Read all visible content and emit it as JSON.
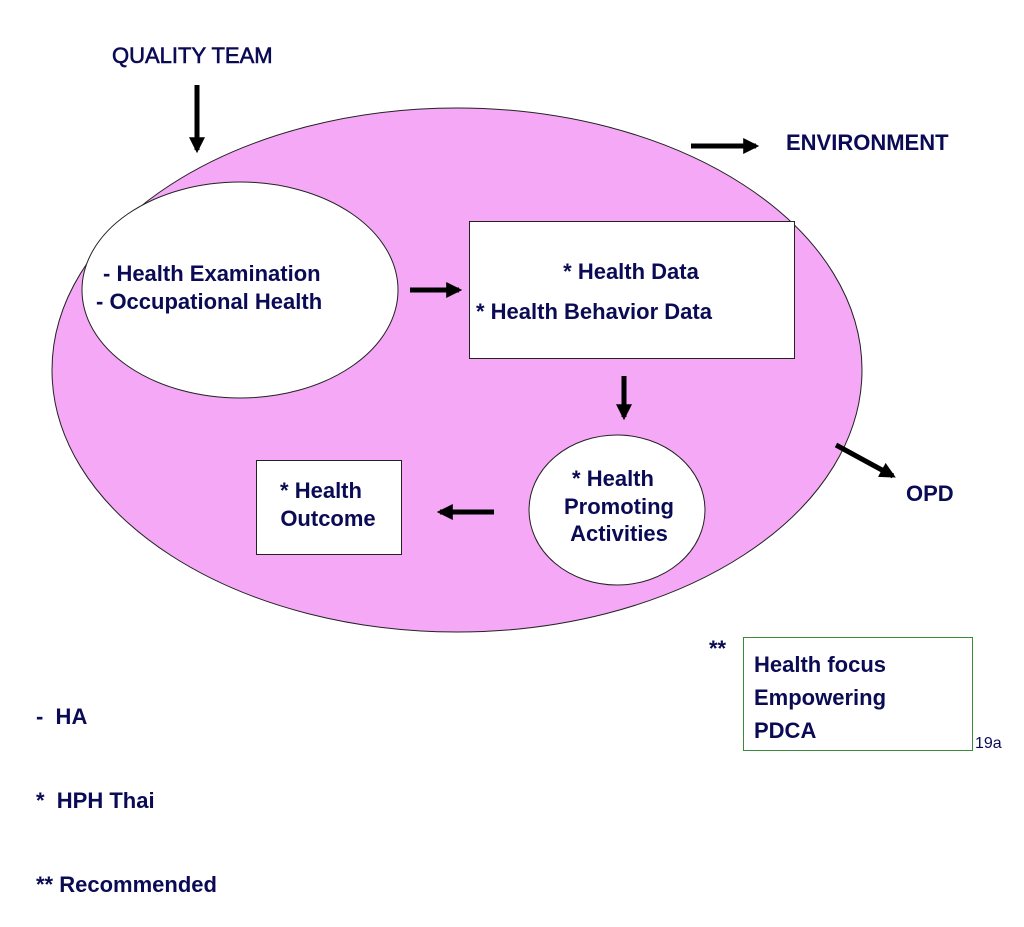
{
  "quality_team": "QUALITY TEAM",
  "environment": "ENVIRONMENT",
  "opd": "OPD",
  "input_ellipse": {
    "line1": "- Health Examination",
    "line2": "- Occupational Health"
  },
  "data_box": {
    "line1": "* Health Data",
    "line2": "* Health Behavior Data"
  },
  "activities_ellipse": {
    "line1": "* Health",
    "line2": "Promoting",
    "line3": "Activities"
  },
  "outcome_box": {
    "line1": "* Health",
    "line2": "Outcome"
  },
  "legend": {
    "line1": "-  HA",
    "line2": "*  HPH Thai",
    "line3": "** Recommended"
  },
  "recommended_marker": "**",
  "recommended_box": {
    "line1": "Health focus",
    "line2": "Empowering",
    "line3": "PDCA"
  },
  "slide_number": "19a",
  "colors": {
    "main_ellipse_fill": "#f5a8f5",
    "text": "#0b0b55",
    "recommended_border": "#3a8a3a"
  }
}
